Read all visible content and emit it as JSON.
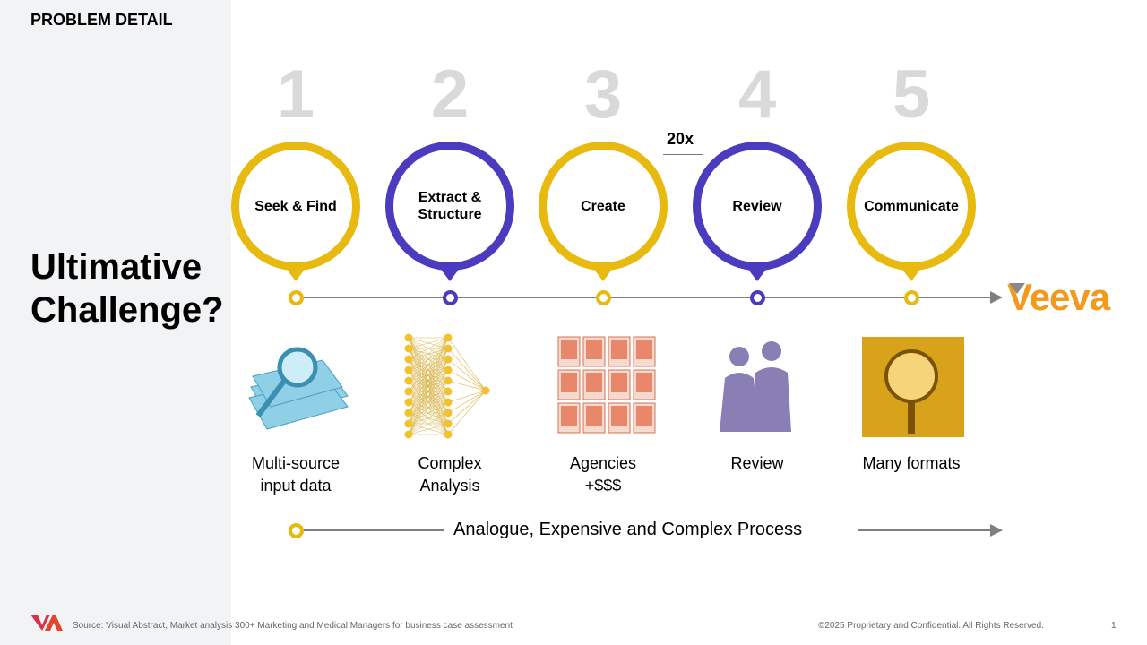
{
  "header": "PROBLEM DETAIL",
  "title": "Ultimative\nChallenge?",
  "colors": {
    "yellow": "#e8b90f",
    "purple": "#4b3bbf",
    "gray_number": "#d9d9d9",
    "veeva": "#f39a1e"
  },
  "stages": [
    {
      "number": "1",
      "label": "Seek & Find",
      "color": "yellow",
      "image": "magnifier-documents-icon",
      "caption": "Multi-source\ninput data"
    },
    {
      "number": "2",
      "label": "Extract &\nStructure",
      "color": "purple",
      "image": "neural-network-icon",
      "caption": "Complex\nAnalysis"
    },
    {
      "number": "3",
      "label": "Create",
      "color": "yellow",
      "image": "agency-cards-icon",
      "caption": "Agencies\n+$$$"
    },
    {
      "number": "4",
      "label": "Review",
      "color": "purple",
      "image": "business-people-icon",
      "caption": "Review"
    },
    {
      "number": "5",
      "label": "Communicate",
      "color": "yellow",
      "image": "digital-formats-icon",
      "caption": "Many formats"
    }
  ],
  "multiplier": "20x",
  "veeva_logo": "Veeva",
  "process_label": "Analogue, Expensive and Complex Process",
  "footer": {
    "source": "Source: Visual Abstract, Market analysis 300+ Marketing and Medical Managers for business case assessment",
    "copyright": "©2025 Proprietary and Confidential. All Rights Reserved.",
    "page": "1"
  }
}
